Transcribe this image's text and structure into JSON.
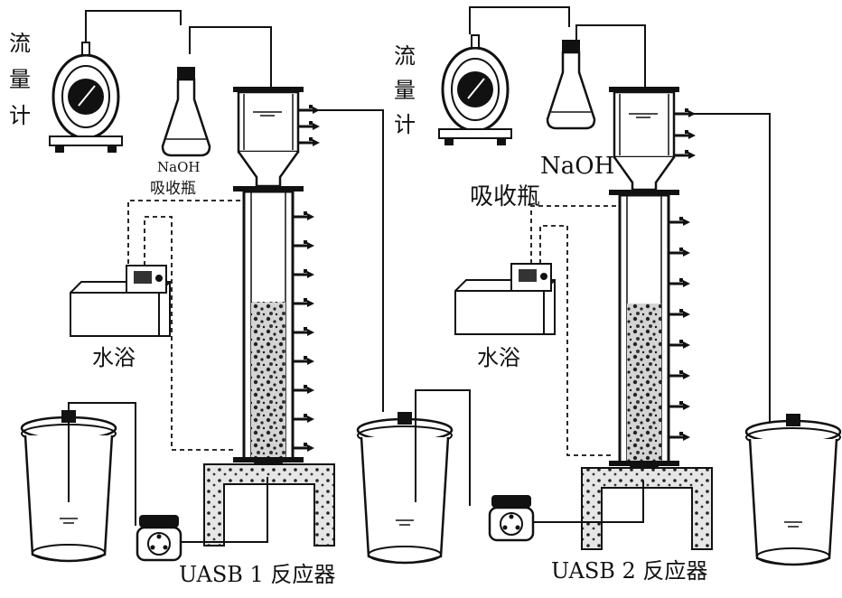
{
  "labels": {
    "flowmeter_1": [
      "流",
      "量",
      "计"
    ],
    "flowmeter_2": [
      "流",
      "量",
      "计"
    ],
    "naoh_1": "NaOH",
    "absorber_1": "吸收瓶",
    "naoh_2": "NaOH",
    "absorber_2": "吸收瓶",
    "water_bath_1": "水浴",
    "water_bath_2": "水浴",
    "reactor_1": "UASB 1 反应器",
    "reactor_2": "UASB 2 反应器"
  },
  "colors": {
    "line": "#111111",
    "sludge_bg": "#d9d9d9",
    "device_fill": "#f2f2f2"
  },
  "icons": {
    "gas_flowmeter": "gas-flowmeter-icon",
    "absorption_bottle": "naoh-absorption-bottle-icon",
    "water_bath": "water-bath-icon",
    "peristaltic_pump": "peristaltic-pump-icon",
    "bucket": "storage-bucket-icon",
    "sampling_valve": "sampling-valve-icon"
  }
}
